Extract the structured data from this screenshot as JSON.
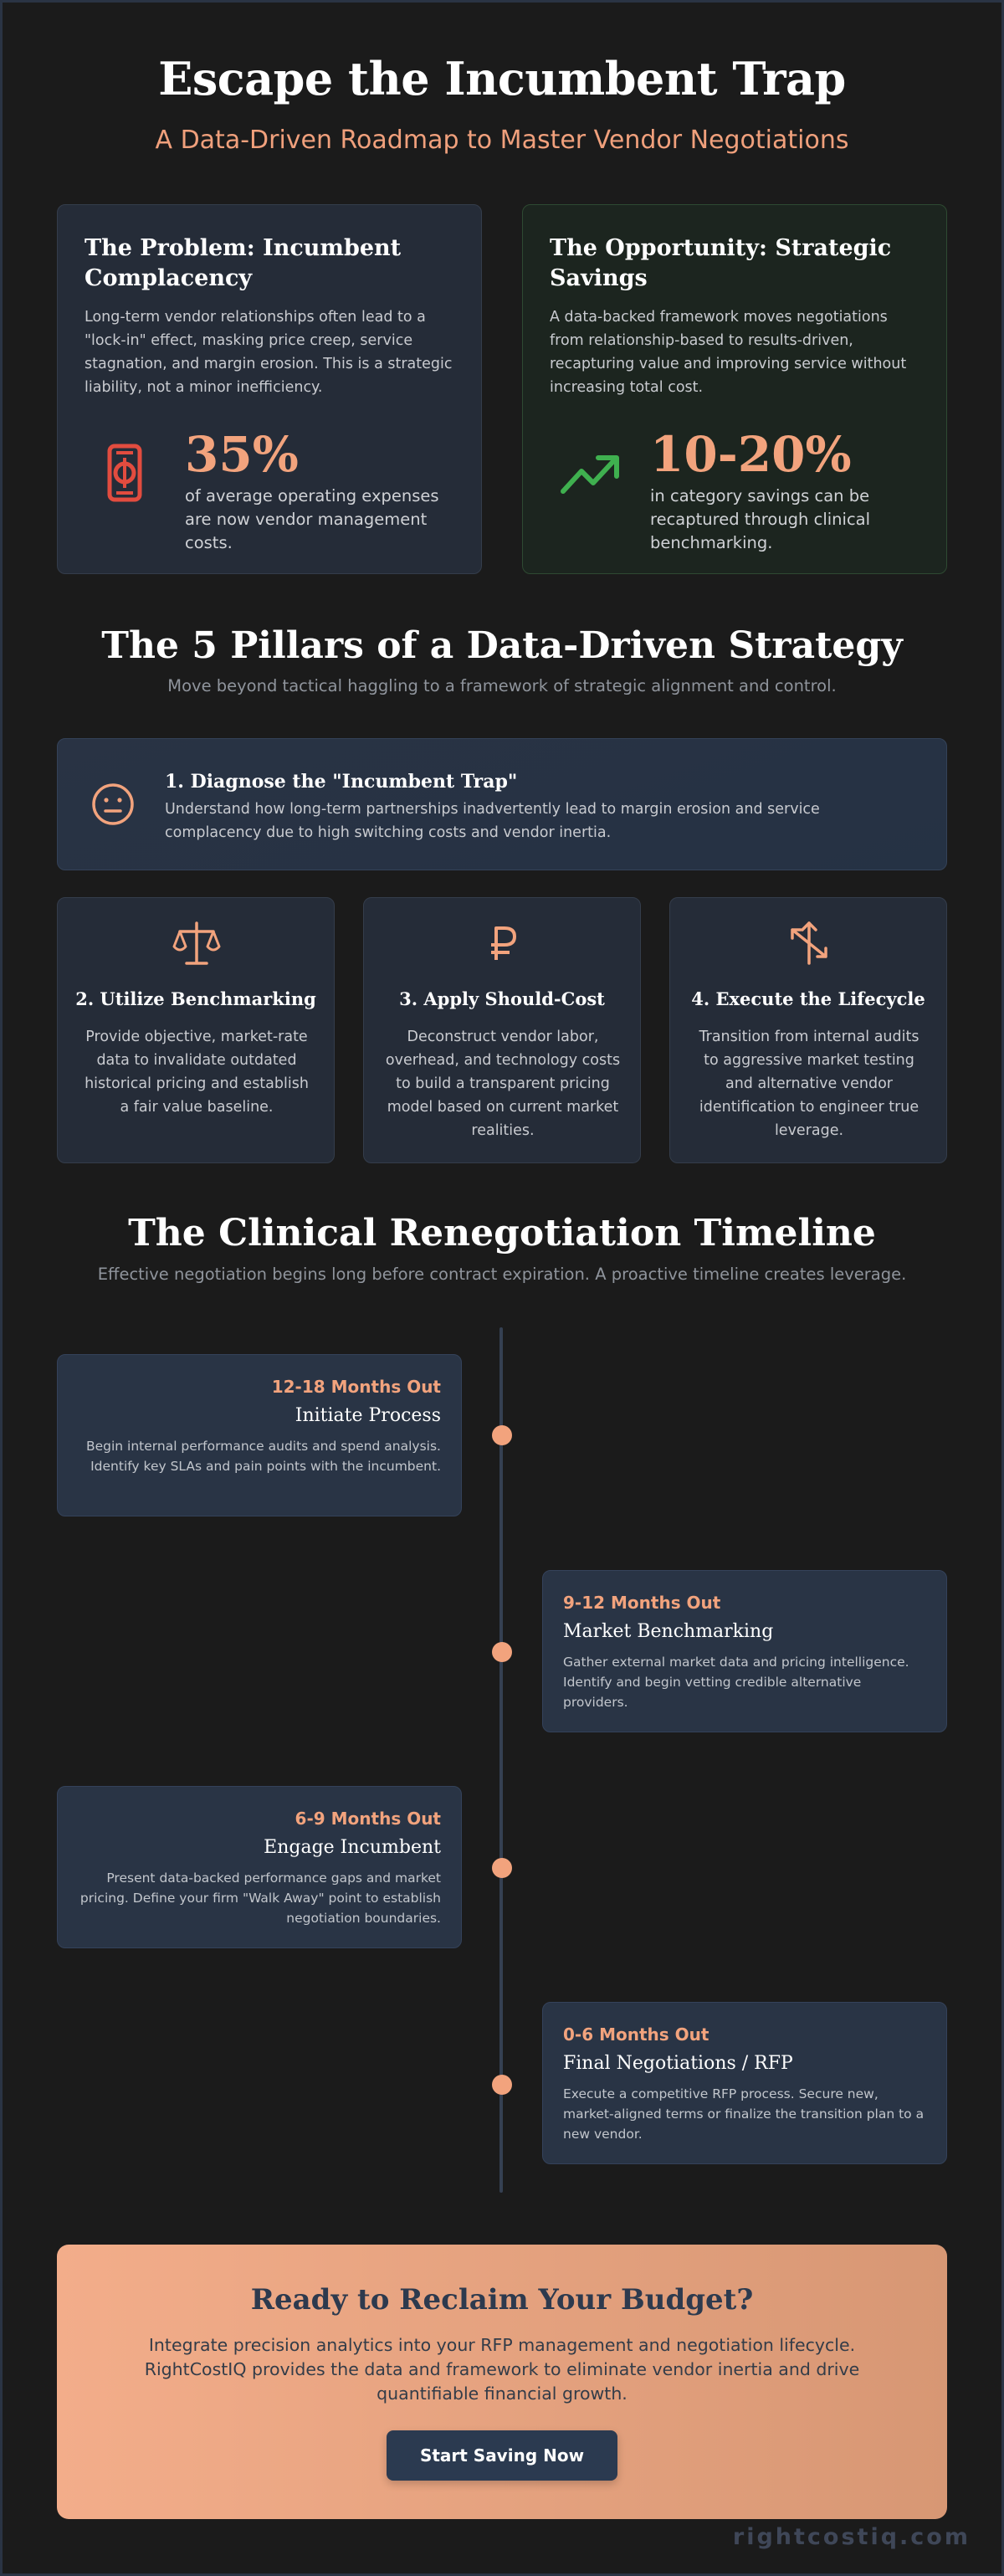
{
  "hero": {
    "title": "Escape the Incumbent Trap",
    "subtitle": "A Data-Driven Roadmap to Master Vendor Negotiations"
  },
  "problem": {
    "title": "The Problem: Incumbent Complacency",
    "description": "Long-term vendor relationships often lead to a \"lock-in\" effect, masking price creep, service stagnation, and margin erosion. This is a strategic liability, not a minor inefficiency.",
    "stat_value": "35%",
    "stat_text": "of average operating expenses are now vendor management costs.",
    "icon": "dollar-bill-icon",
    "icon_color": "#e24c3f"
  },
  "opportunity": {
    "title": "The Opportunity: Strategic Savings",
    "description": "A data-backed framework moves negotiations from relationship-based to results-driven, recapturing value and improving service without increasing total cost.",
    "stat_value": "10-20%",
    "stat_text": "in category savings can be recaptured through clinical benchmarking.",
    "icon": "trending-up-icon",
    "icon_color": "#3fb04f"
  },
  "pillars": {
    "title": "The 5 Pillars of a Data-Driven Strategy",
    "subtitle": "Move beyond tactical haggling to a framework of strategic alignment and control.",
    "items": [
      {
        "title": "1. Diagnose the \"Incumbent Trap\"",
        "text": "Understand how long-term partnerships inadvertently lead to margin erosion and service complacency due to high switching costs and vendor inertia.",
        "icon": "neutral-face-icon"
      },
      {
        "title": "2. Utilize Benchmarking",
        "text": "Provide objective, market-rate data to invalidate outdated historical pricing and establish a fair value baseline.",
        "icon": "scale-icon"
      },
      {
        "title": "3. Apply Should-Cost",
        "text": "Deconstruct vendor labor, overhead, and technology costs to build a transparent pricing model based on current market realities.",
        "icon": "ruble-icon"
      },
      {
        "title": "4. Execute the Lifecycle",
        "text": "Transition from internal audits to aggressive market testing and alternative vendor identification to engineer true leverage.",
        "icon": "split-arrows-icon"
      }
    ]
  },
  "timeline": {
    "title": "The Clinical Renegotiation Timeline",
    "subtitle": "Effective negotiation begins long before contract expiration. A proactive timeline creates leverage.",
    "steps": [
      {
        "when": "12-18 Months Out",
        "what": "Initiate Process",
        "details": "Begin internal performance audits and spend analysis. Identify key SLAs and pain points with the incumbent."
      },
      {
        "when": "9-12 Months Out",
        "what": "Market Benchmarking",
        "details": "Gather external market data and pricing intelligence. Identify and begin vetting credible alternative providers."
      },
      {
        "when": "6-9 Months Out",
        "what": "Engage Incumbent",
        "details": "Present data-backed performance gaps and market pricing. Define your firm \"Walk Away\" point to establish negotiation boundaries."
      },
      {
        "when": "0-6 Months Out",
        "what": "Final Negotiations / RFP",
        "details": "Execute a competitive RFP process. Secure new, market-aligned terms or finalize the transition plan to a new vendor."
      }
    ]
  },
  "cta": {
    "title": "Ready to Reclaim Your Budget?",
    "text": "Integrate precision analytics into your RFP management and negotiation lifecycle. RightCostIQ provides the data and framework to eliminate vendor inertia and drive quantifiable financial growth.",
    "button_label": "Start Saving Now"
  },
  "brand": "rightcostiq.com",
  "colors": {
    "background": "#1b1b1b",
    "accent": "#f2a37d",
    "card": "#252c38",
    "timeline_card": "#293445"
  }
}
